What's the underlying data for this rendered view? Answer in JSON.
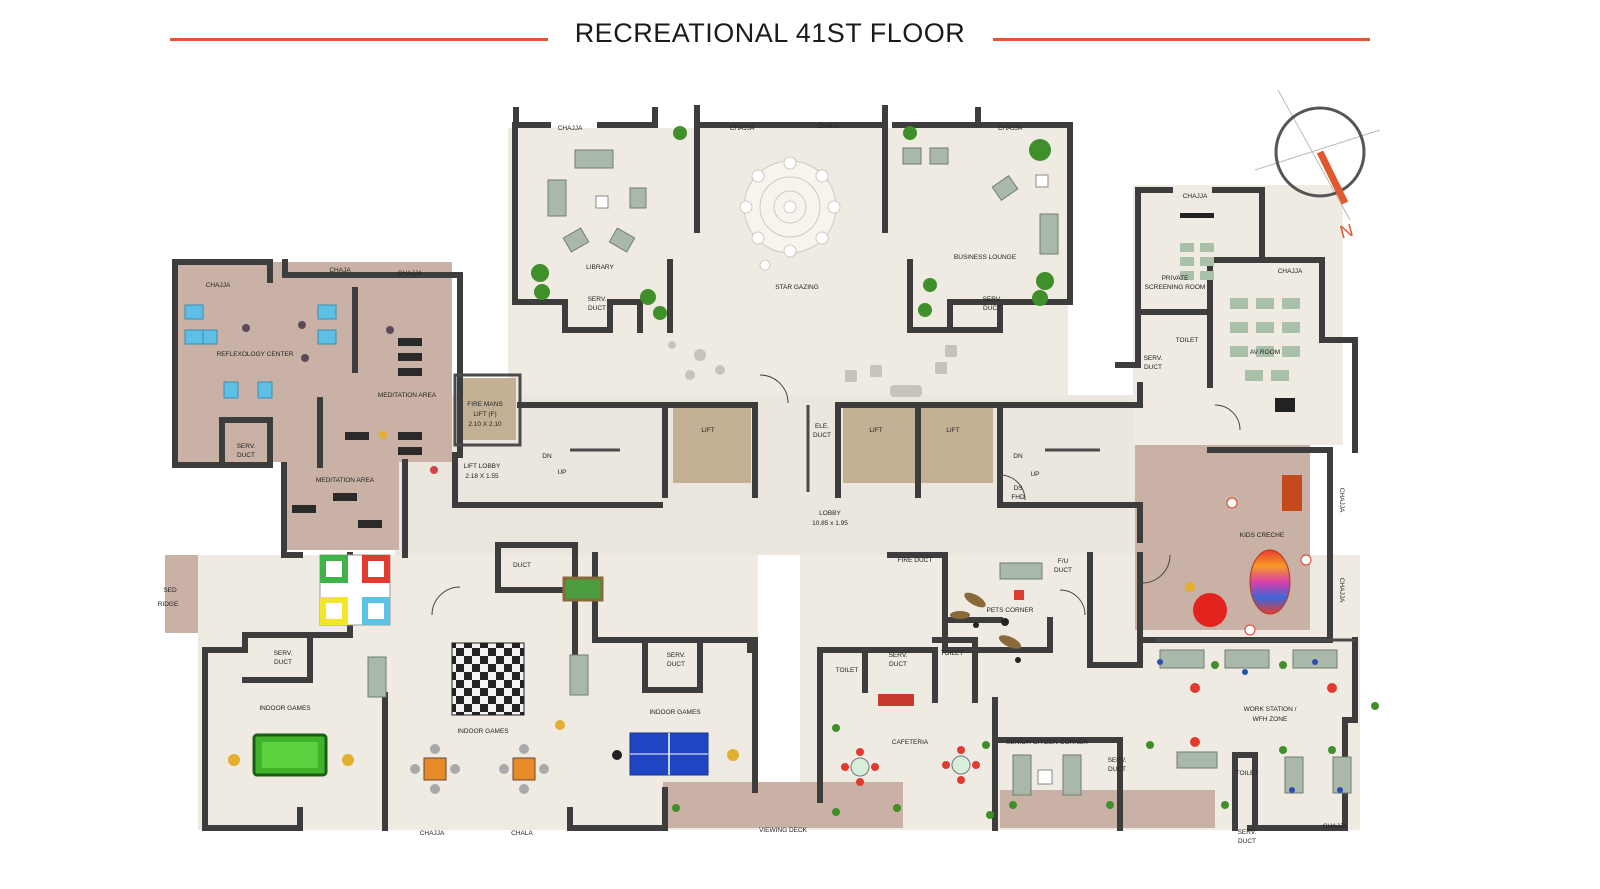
{
  "title": "RECREATIONAL  41ST FLOOR",
  "colors": {
    "accent_line": "#e2582e",
    "floor": "#efebe3",
    "wood": "#c9b2a5",
    "lift": "#c4b095",
    "wall": "#3d3d3d",
    "compass_needle": "#e2582e"
  },
  "compass": {
    "north_label": "N"
  },
  "labels": {
    "chajja_1": "CHAJJA",
    "chajja_2": "CHAJJA",
    "chala_1": "CHALA",
    "chajja_3": "CHAJJA",
    "chajja_4": "CHAJJA",
    "chajja_5": "CHAJA",
    "chajja_6": "CHAJJA",
    "chajja_7": "CHAJJA",
    "chajja_8": "CHAJJA",
    "chajja_9": "CHAJJA",
    "chajja_10": "CHAJJA",
    "chala_2": "CHALA",
    "chajja_11": "CHAJJA",
    "library": "LIBRARY",
    "star_gazing": "STAR GAZING",
    "business_lounge": "BUSINESS LOUNGE",
    "serv_duct": "SERV. DUCT",
    "reflexology": "REFLEXOLOGY CENTER",
    "meditation_1": "MEDITATION AREA",
    "meditation_2": "MEDITATION AREA",
    "firemans_lift_1": "FIRE MANS",
    "firemans_lift_2": "LIFT (F)",
    "firemans_lift_3": "2.10 X 2.10",
    "lift_lobby_1": "LIFT LOBBY",
    "lift_lobby_2": "2.18 X 1.55",
    "dn": "DN",
    "up": "UP",
    "lift": "LIFT",
    "ele_duct_1": "ELE.",
    "ele_duct_2": "DUCT",
    "dn2": "DN",
    "up2": "UP",
    "ds_fhd_1": "DS",
    "ds_fhd_2": "FHD",
    "lobby_1": "LOBBY",
    "lobby_2": "10.85 x 1.95",
    "private_screening_1": "PRIVATE",
    "private_screening_2": "SCREENING ROOM",
    "toilet": "TOILET",
    "av_room": "AV ROOM",
    "kids_creche": "KIDS CRECHE",
    "bridge_1": "SED",
    "bridge_2": "RIDGE",
    "duct": "DUCT",
    "fire_duct": "FIRE DUCT",
    "fu_duct_1": "F/U",
    "fu_duct_2": "DUCT",
    "pets_corner": "PETS CORNER",
    "indoor_games": "INDOOR GAMES",
    "cafeteria": "CAFETERIA",
    "senior_citizen": "SENIOR CITIZEN CORNER",
    "work_station_1": "WORK STATION /",
    "work_station_2": "WFH ZONE",
    "viewing_deck": "VIEWING DECK",
    "serv_1": "SERV.",
    "duct_2": "DUCT"
  }
}
